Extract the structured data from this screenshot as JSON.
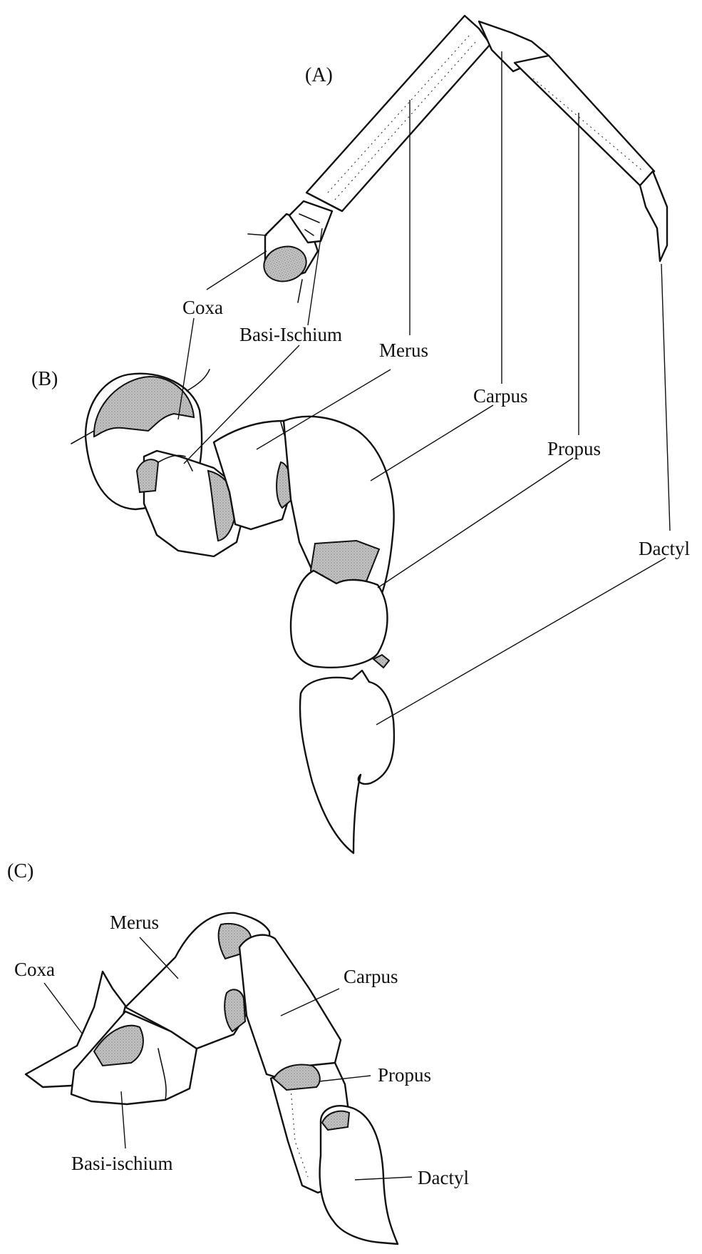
{
  "colors": {
    "ink": "#111111",
    "background": "#ffffff",
    "articulation_fill": "#bdbdbd"
  },
  "panels": {
    "a": {
      "tag": "(A)",
      "segments": {
        "merus": "Merus",
        "carpus": "Carpus",
        "propus": "Propus",
        "dactyl": "Dactyl"
      }
    },
    "b": {
      "tag": "(B)",
      "labels": {
        "coxa": "Coxa",
        "basi_ischium": "Basi-Ischium",
        "merus": "Merus",
        "carpus": "Carpus",
        "propus": "Propus",
        "dactyl": "Dactyl"
      }
    },
    "c": {
      "tag": "(C)",
      "labels": {
        "coxa": "Coxa",
        "merus": "Merus",
        "carpus": "Carpus",
        "propus": "Propus",
        "basi_ischium": "Basi-ischium",
        "dactyl": "Dactyl"
      }
    }
  }
}
